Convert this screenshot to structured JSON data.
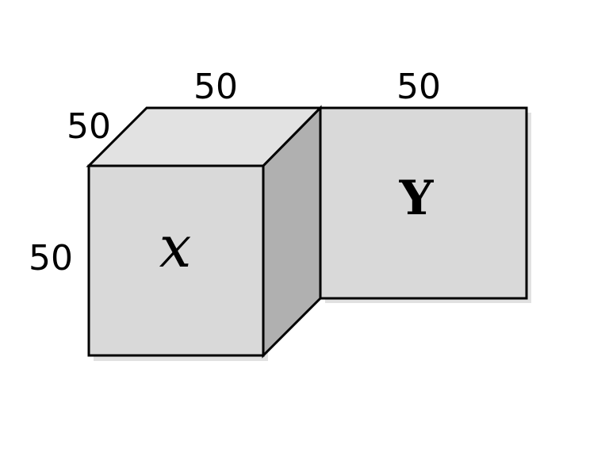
{
  "diagram": {
    "cube": {
      "label": "x",
      "depth_label": "50",
      "height_label": "50",
      "width_label": "50",
      "front_color": "#d9d9d9",
      "top_color": "#e2e2e2",
      "side_color": "#b0b0b0"
    },
    "square": {
      "label": "Y",
      "width_label": "50",
      "color": "#d9d9d9"
    },
    "edge_color": "#000000",
    "shadow_color": "#c8c8c8"
  }
}
